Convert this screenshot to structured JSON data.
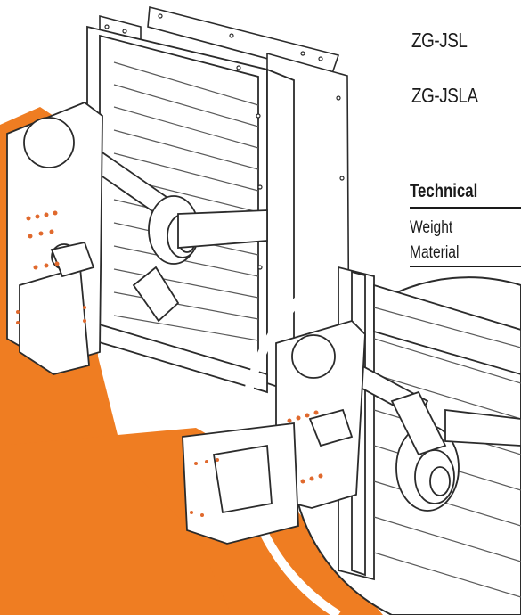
{
  "models": [
    "ZG-JSL",
    "ZG-JSLA"
  ],
  "technical": {
    "heading": "Technical",
    "rows": [
      {
        "label": "Weight"
      },
      {
        "label": "Material"
      }
    ]
  },
  "colors": {
    "accent": "#ef7d22",
    "line": "#2b2b2b",
    "metal": "#ffffff",
    "text": "#1a1a1a"
  },
  "illustration": {
    "subject": "damper-with-actuator-bracket",
    "inset": "magnified-bracket-detail-circle"
  }
}
